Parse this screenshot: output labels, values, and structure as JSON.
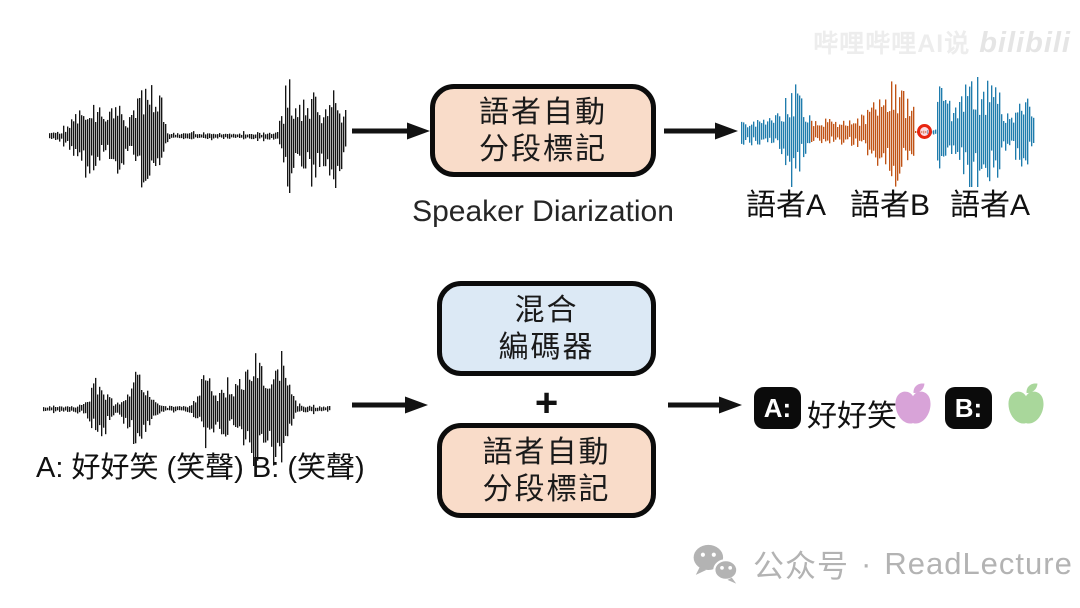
{
  "colors": {
    "waveform_black": "#151515",
    "speaker_a_blue": "#1F7CAD",
    "speaker_b_orange": "#C05315",
    "change_marker_red": "#E8240F",
    "box_peach": "#F9DCC9",
    "box_blue": "#DCE9F5",
    "apple_pink": "#D8A3D8",
    "apple_green": "#A9D79B",
    "footer_gray": "#B3B3B3"
  },
  "watermark": {
    "cn": "哔哩哔哩AI说",
    "logo": "bilibili"
  },
  "top_flow": {
    "box_line1": "語者自動",
    "box_line2": "分段標記",
    "caption": "Speaker Diarization",
    "labels": [
      "語者A",
      "語者B",
      "語者A"
    ]
  },
  "bottom_flow": {
    "caption": "A: 好好笑 (笑聲) B: (笑聲)",
    "encoder_line1": "混合",
    "encoder_line2": "編碼器",
    "plus": "+",
    "diar_line1": "語者自動",
    "diar_line2": "分段標記",
    "out_badge_a": "A:",
    "out_text_a": "好好笑",
    "out_badge_b": "B:"
  },
  "footer": {
    "platform": "公众号",
    "dot": "·",
    "name": "ReadLecture"
  }
}
